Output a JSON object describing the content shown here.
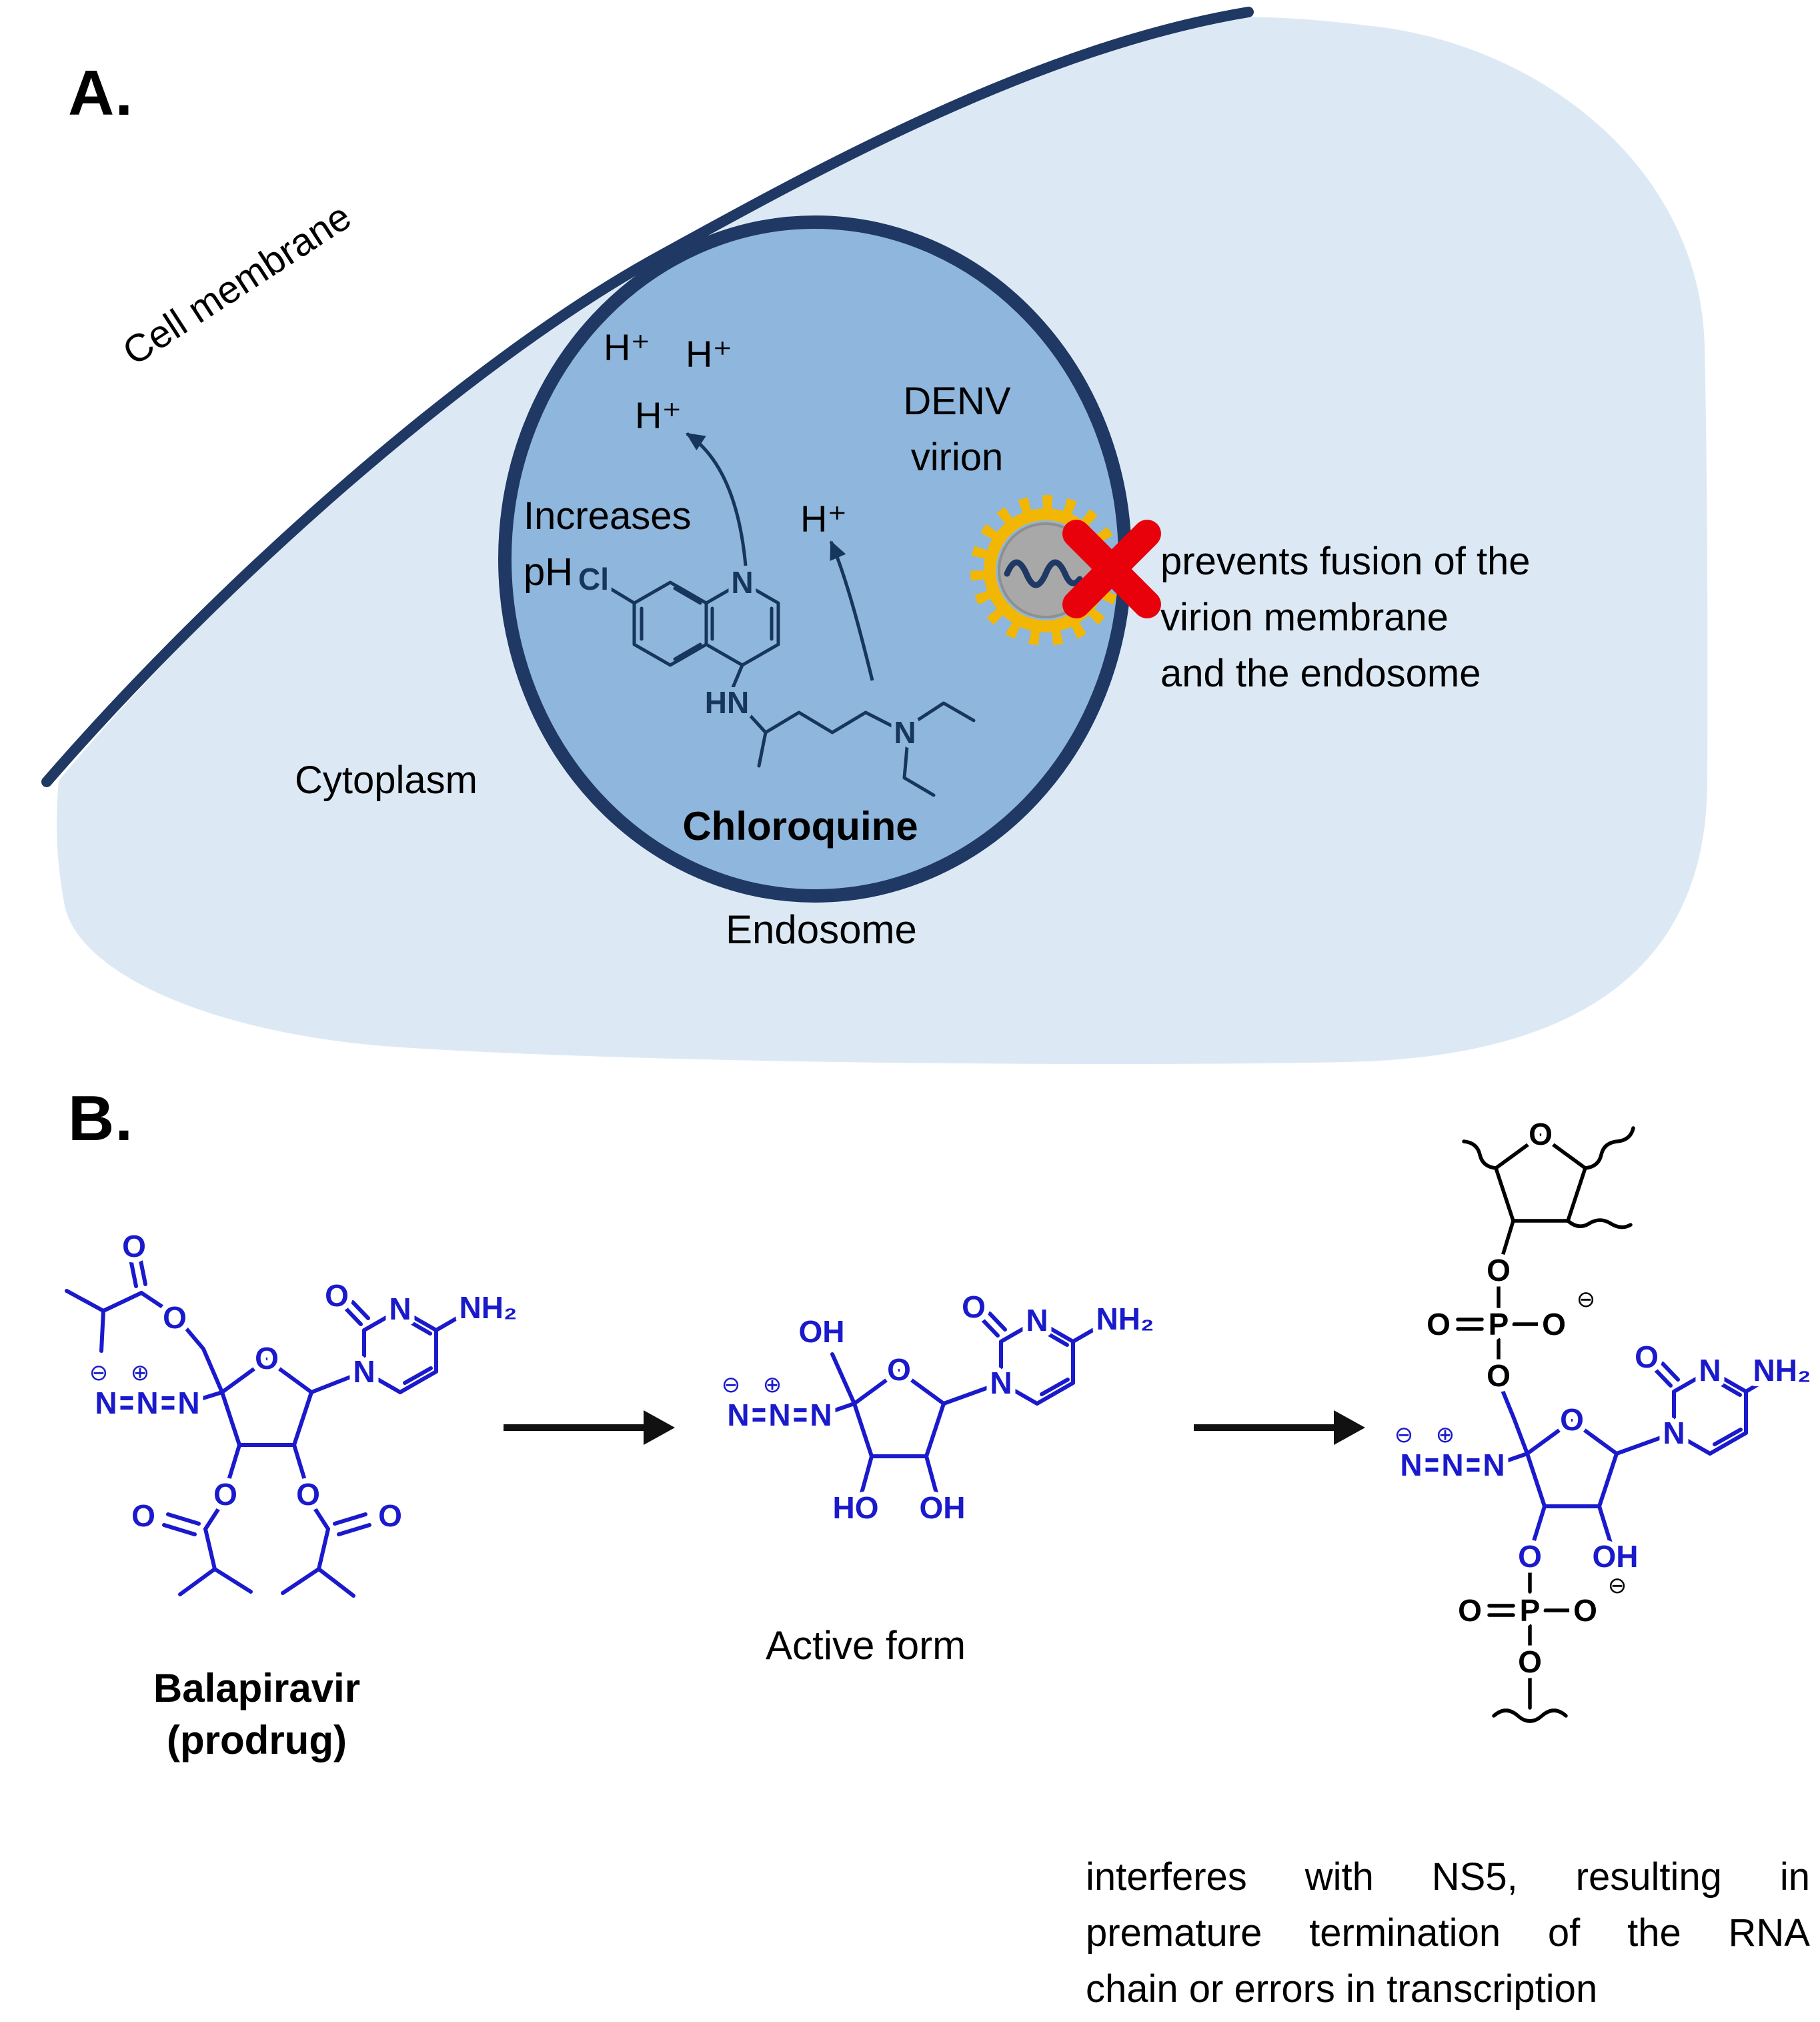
{
  "panelA": {
    "label": "A.",
    "cell_membrane": "Cell membrane",
    "cytoplasm": "Cytoplasm",
    "endosome": "Endosome",
    "h_plus": "H⁺",
    "denv_line1": "DENV",
    "denv_line2": "virion",
    "increases_line1": "Increases",
    "increases_line2": "pH",
    "chloroquine": "Chloroquine",
    "prevents_line1": "prevents fusion of the",
    "prevents_line2": "virion membrane",
    "prevents_line3": "and the endosome"
  },
  "panelB": {
    "label": "B.",
    "balapiravir_line1": "Balapiravir",
    "balapiravir_line2": "(prodrug)",
    "active_form": "Active form",
    "interferes_line1": "interferes with NS5, resulting in",
    "interferes_line2": "premature termination of the RNA",
    "interferes_line3": "chain or errors in transcription"
  },
  "atoms": {
    "O": "O",
    "N": "N",
    "NH2": "NH₂",
    "OH": "OH",
    "HO": "HO",
    "HN": "HN",
    "Cl": "Cl",
    "P": "P",
    "minus": "⊖",
    "plus": "⊕"
  },
  "colors": {
    "cell_fill": "#dce9f5",
    "membrane_navy": "#1f3864",
    "endosome_fill": "#8fb6dc",
    "structure_navy": "#17365d",
    "chem_blue": "#1a1acc",
    "virion_gray": "#a8a8a8",
    "virion_spike_yellow": "#f2b705",
    "block_red": "#e8000b",
    "arrow_black": "#111111"
  }
}
